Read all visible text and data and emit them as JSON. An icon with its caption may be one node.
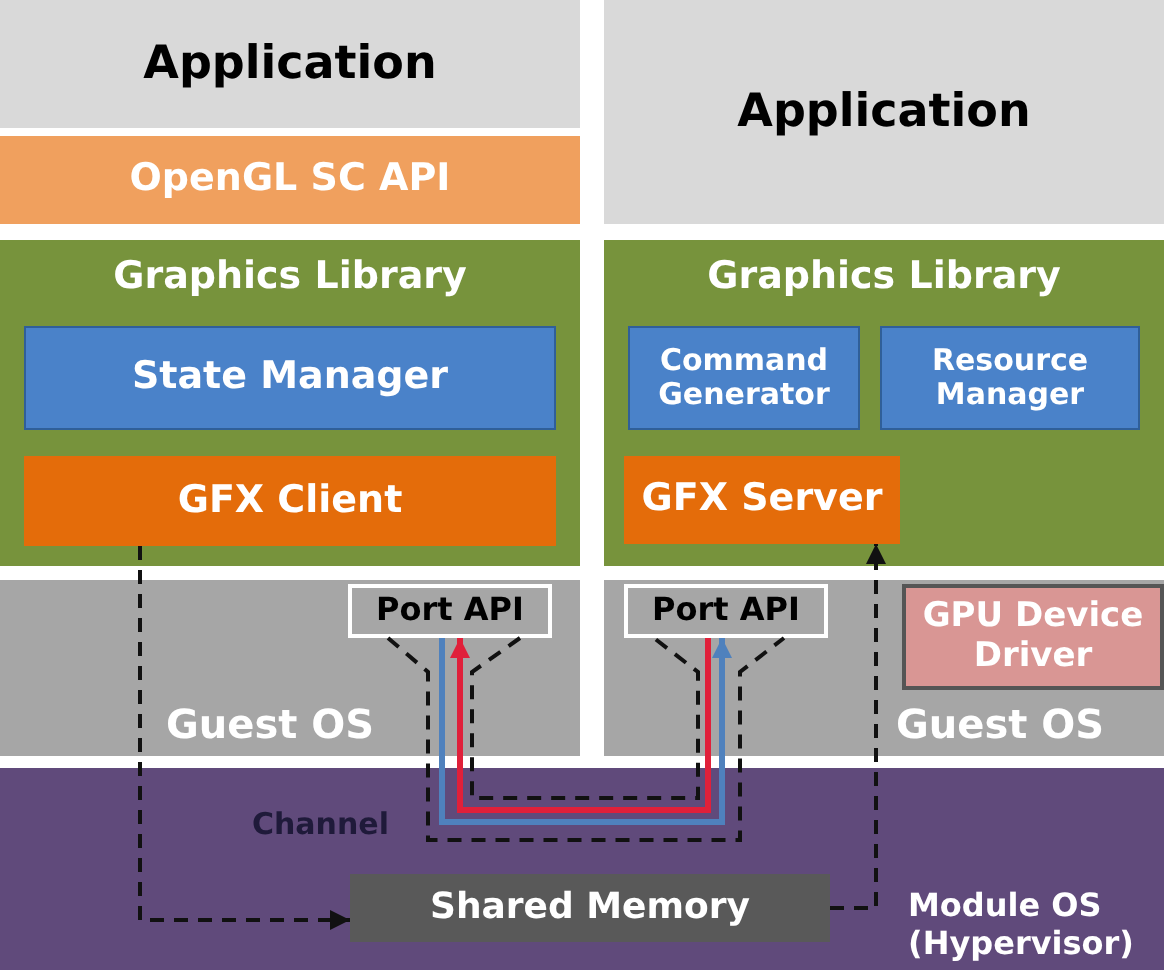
{
  "diagram": {
    "nodes": [
      {
        "text": [
          "Application"
        ]
      },
      {
        "text": [
          "OpenGL SC API"
        ]
      },
      {
        "text": [
          "Graphics Library"
        ]
      },
      {
        "text": [
          "State Manager"
        ],
        "in": 2
      },
      {
        "text": [
          "GFX Client"
        ],
        "in": 2
      },
      {
        "text": [
          "Application"
        ]
      },
      {
        "text": [
          "Graphics Library"
        ]
      },
      {
        "text": [
          "Command Generator"
        ],
        "in": 6
      },
      {
        "text": [
          "Resource Manager"
        ],
        "in": 6
      },
      {
        "text": [
          "GFX Server"
        ],
        "in": 6
      },
      {
        "text": [
          "Guest OS"
        ]
      },
      {
        "text": [
          "Port API"
        ],
        "in": 10
      },
      {
        "text": [
          "Guest OS"
        ]
      },
      {
        "text": [
          "Port API"
        ],
        "in": 12
      },
      {
        "text": [
          "GPU Device Driver"
        ],
        "in": 12
      },
      {
        "text": [
          "Module OS (Hypervisor)"
        ]
      },
      {
        "text": [
          "Shared Memory"
        ],
        "in": 15
      }
    ],
    "edges": [
      {
        "from": 4,
        "to": 16,
        "arrow": "to",
        "style": "dashed"
      },
      {
        "from": 16,
        "to": 9,
        "arrow": "to",
        "style": "dashed"
      },
      {
        "from": 11,
        "to": 13,
        "arrow": "to",
        "color": "#4f81bd"
      },
      {
        "from": 13,
        "to": 11,
        "arrow": "to",
        "color": "#e0203a"
      },
      {
        "from": 11,
        "to": 13,
        "arrow": "none",
        "style": "dashed"
      },
      {
        "from": 11,
        "to": 13,
        "arrow": "none",
        "style": "dashed"
      }
    ],
    "labels": [
      "Channel"
    ]
  }
}
